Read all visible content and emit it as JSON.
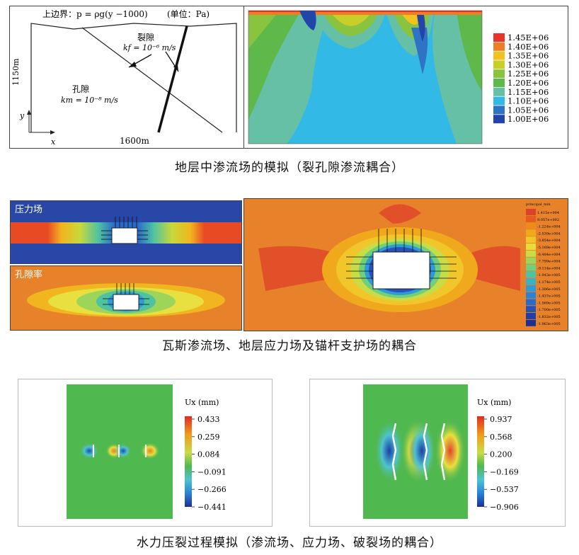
{
  "panel1": {
    "boundary_label": "上边界：p = ρg(y −1000)",
    "unit_label": "(单位：Pa)",
    "fracture_label": "裂隙",
    "fracture_k": "kf = 10⁻⁶ m/s",
    "pore_label": "孔隙",
    "pore_k": "km = 10⁻⁸ m/s",
    "height_label": "1150m",
    "width_label": "1600m",
    "axis_x": "x",
    "axis_y": "y"
  },
  "panel2": {
    "legend": [
      "1.45E+06",
      "1.40E+06",
      "1.35E+06",
      "1.30E+06",
      "1.25E+06",
      "1.20E+06",
      "1.15E+06",
      "1.10E+06",
      "1.05E+06",
      "1.00E+06"
    ],
    "legend_colors": [
      "#e8322a",
      "#ee7d23",
      "#f2c31e",
      "#c9cf28",
      "#8ac43f",
      "#5fb84a",
      "#66c0a6",
      "#33b9e6",
      "#2f73c4",
      "#2145a8"
    ]
  },
  "caption1": "地层中渗流场的模拟（裂孔隙渗流耦合）",
  "panel3": {
    "pressure_label": "压力场",
    "porosity_label": "孔隙率"
  },
  "panel4": {
    "legend_title": "principal_min",
    "legend": [
      "1.415e+004",
      "9.057e+002",
      "-1.224e+004",
      "-2.539e+004",
      "-3.854e+004",
      "-5.169e+004",
      "-6.484e+004",
      "-7.799e+004",
      "-9.114e+004",
      "-1.043e+005",
      "-1.174e+005",
      "-1.306e+005",
      "-1.437e+005",
      "-1.569e+005",
      "-1.700e+005",
      "-1.832e+005",
      "-1.963e+005"
    ],
    "legend_colors": [
      "#d9432b",
      "#e65a22",
      "#ee8a1a",
      "#f0a91c",
      "#f1c62a",
      "#e8db3a",
      "#c8dc48",
      "#9dd45a",
      "#6fcf7a",
      "#4fc3a0",
      "#3bb2c4",
      "#2e9bd6",
      "#2a82d6",
      "#2a6acb",
      "#2753b9",
      "#223fa6",
      "#1d2f93"
    ]
  },
  "caption2": "瓦斯渗流场、地层应力场及锚杆支护场的耦合",
  "panel5": {
    "legend_title": "Ux (mm)",
    "legend": [
      "0.433",
      "0.259",
      "0.084",
      "−0.091",
      "−0.266",
      "−0.441"
    ]
  },
  "panel6": {
    "legend_title": "Ux (mm)",
    "legend": [
      "0.937",
      "0.568",
      "0.200",
      "−0.169",
      "−0.537",
      "−0.906"
    ]
  },
  "caption3": "水力压裂过程模拟（渗流场、应力场、破裂场的耦合）"
}
